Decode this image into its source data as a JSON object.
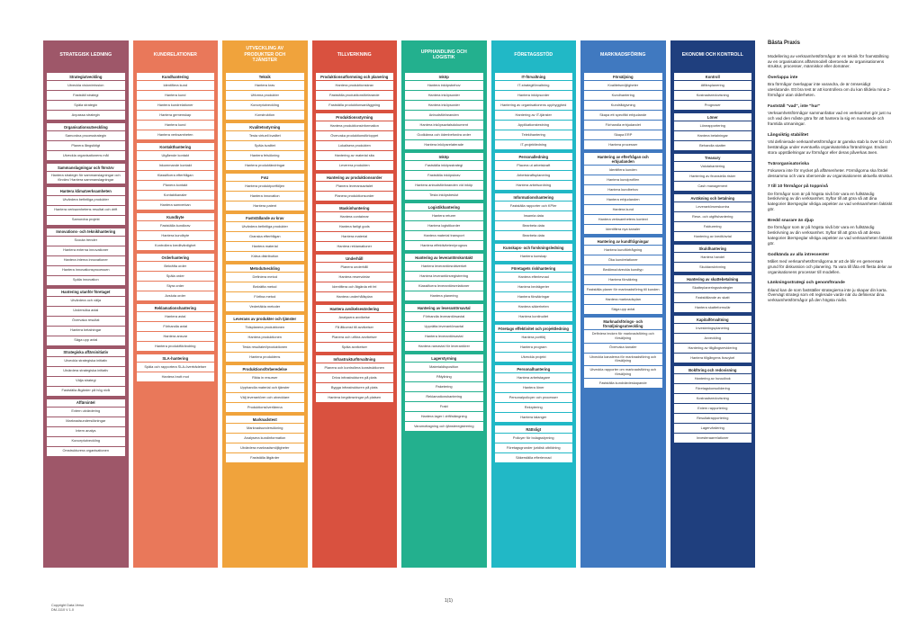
{
  "columns": [
    {
      "title": "STRATEGISK LEDNING",
      "color": "#9e5769",
      "groups": [
        {
          "title": "Strategiutveckling",
          "items": [
            "Utveckla vision/mission",
            "Fastställ strategi",
            "Späla strategin",
            "Anpassa strategin"
          ]
        },
        {
          "title": "Organisationsutveckling",
          "items": [
            "Samordna processtrategin",
            "Planera långsiktigt",
            "Utveckla organisationens mål"
          ]
        },
        {
          "title": "Sammanslagningar och förvärv",
          "items": [
            "Hantera strategin för sammanslagningar och förvärv/ Hantera sammanslagningar"
          ]
        },
        {
          "title": "Hantera klimatverksamheten",
          "items": [
            "Utvärdera befintliga produkter",
            "Hantera verksamhetens resultat och drift",
            "Samordna projekt"
          ]
        },
        {
          "title": "Innovations- och teknikhantering",
          "items": [
            "Scouta trender",
            "Hantera externa innovationer",
            "Hantera interna innovationer",
            "Hantera innovationsprocessen",
            "Späla innovation"
          ]
        },
        {
          "title": "Hantering utanför företaget",
          "items": [
            "Utvärdera och välja",
            "Undersöka avtal",
            "Övervaka resultat",
            "Hantera betalningar",
            "Säga upp avtal"
          ]
        },
        {
          "title": "Strategiska affärsinitiativ",
          "items": [
            "Utveckla strategiska initiativ",
            "Utvärdera strategiska initiativ",
            "Välja strategi",
            "Fastställa åtgärder på hög nivå"
          ]
        },
        {
          "title": "Affärsintel",
          "items": [
            "Extern utvärdering",
            "Marknadsundersökningar",
            "Intern analys",
            "Konceptutveckling",
            "Omstrukturera organisationen"
          ]
        }
      ]
    },
    {
      "title": "KUNDRELATIONER",
      "color": "#e9785a",
      "groups": [
        {
          "title": "Kundhantering",
          "items": [
            "Identifiera kund",
            "Hantera kund",
            "Hantera kundrelationer",
            "Hantera gemenskap",
            "Hantera kund",
            "Hantera verksamheten"
          ]
        },
        {
          "title": "Kontakthantering",
          "items": [
            "Utgående kontakt",
            "Inkommande kontakt",
            "Klassificera efterfrågan",
            "Planera kontakt",
            "Kontaktkanaler",
            "Hantera samverkan"
          ]
        },
        {
          "title": "Kundbyte",
          "items": [
            "Fastställa kundkrav",
            "Hantera kundbyte",
            "Kontrollera kreditvärdighet"
          ]
        },
        {
          "title": "Orderhantering",
          "items": [
            "Bekräfta order",
            "Späla order",
            "Styra order",
            "Avsluta order"
          ]
        },
        {
          "title": "Reklamationshantering",
          "items": [
            "Hantera avtal",
            "Förhandla avtal",
            "Hantera ansvar",
            "Hantera produktförändring"
          ]
        },
        {
          "title": "SLA-hantering",
          "items": [
            "Späla och rapportera SLA-överträdelser",
            "Hantera brott mot"
          ]
        }
      ]
    },
    {
      "title": "UTVECKLING AV PRODUKTER OCH TJÄNSTER",
      "color": "#f0a33c",
      "groups": [
        {
          "title": "Teknik",
          "items": [
            "Hantera krav",
            "Utforma produkter",
            "Konceptutveckling",
            "Konstruktion"
          ]
        },
        {
          "title": "Kvalitetsstyrning",
          "items": [
            "Testa virtuell kvalitet",
            "Späla kvalitet",
            "Hantera felsökning",
            "Hantera produktändringar"
          ]
        },
        {
          "title": "FoU",
          "items": [
            "Hantera produktportföljen",
            "Hantera innovation",
            "Hantera patent"
          ]
        },
        {
          "title": "Fastställande av krav",
          "items": [
            "Utvärdera befintliga produkter",
            "Granska efterfrågan",
            "Hantera material",
            "Kräva distribution"
          ]
        },
        {
          "title": "Metodutveckling",
          "items": [
            "Definiera metod",
            "Bekräfta metod",
            "Förfina metod",
            "Vedertäkta metoder"
          ]
        },
        {
          "title": "Leverans av produkter och tjänster",
          "items": [
            "Tidsplanera produktionen",
            "Hantera produktionen",
            "Testa resultatet/produktionen",
            "Hantera produktens"
          ]
        },
        {
          "title": "Produktionsförberedelse",
          "items": [
            "Rikta in resurser",
            "Upphandla material och tjänster",
            "Välj leverantörer och utvecklare",
            "Produktionsöverlämna"
          ]
        },
        {
          "title": "Marknadstest",
          "items": [
            "Marknadsundersökning",
            "Analysera kundinformation",
            "Utvärdera marknadsmöjligheter",
            "Fastställa åtgärder"
          ]
        }
      ]
    },
    {
      "title": "TILLVERKNING",
      "color": "#d9513f",
      "groups": [
        {
          "title": "Produktionsutformning och planering",
          "items": [
            "Hantera produktionskrav",
            "Fastställa produktionsförfarande",
            "Fastställa produktionsanläggning"
          ]
        },
        {
          "title": "Produktionsstyrning",
          "items": [
            "Hantera produktionsinformation",
            "Övervaka produktionsförloppet",
            "Lokalisera produkten",
            "Hantering av material sita",
            "Leverera produkten"
          ]
        },
        {
          "title": "Hantering av produktionsorder",
          "items": [
            "Planera leveransavtalet",
            "Planera produktionsorder"
          ]
        },
        {
          "title": "Maskinhantering",
          "items": [
            "Hantera containrar",
            "Hantera farligt gods",
            "Hantera material",
            "Hantera reklamationer"
          ]
        },
        {
          "title": "Underhåll",
          "items": [
            "Planera underhåll",
            "Hantera reservdelar",
            "Identifiera och åtgärda ett fel",
            "Hantera underhållsplan"
          ]
        },
        {
          "title": "Hantera avvikelsevärdering",
          "items": [
            "Analysera avvikelse",
            "Få åtkomst till avvikelser",
            "Planera och utföra avvikelser",
            "Späla avvikelser"
          ]
        },
        {
          "title": "Infrastrukturförvaltning",
          "items": [
            "Planera och kontrollera konstruktionen",
            "Driva infrastrukturen på plats",
            "Bygga infrastrukturen på plats",
            "Hantera begränsningar på platsen"
          ]
        }
      ]
    },
    {
      "title": "UPPHANDLING OCH LOGISTIK",
      "color": "#23b08e",
      "groups": [
        {
          "title": "Inköp",
          "items": [
            "Hantera inköpsbehov",
            "Hantera inköpsorder",
            "Hantera inköpsorder",
            "Anbudsförfaranden",
            "Hantera inköpsavtalsdokument",
            "Godkänna och ödenbefordra order",
            "Hantera inköpsrelaterade"
          ]
        },
        {
          "title": "Inköp",
          "items": [
            "Fastställa inköpsstrategi",
            "Fastställa inköpskrav",
            "Hantera anbudsförfaranden vid inköp",
            "Testa inköpsbeslut"
          ]
        },
        {
          "title": "Logistikhantering",
          "items": [
            "Hantera returer",
            "Hantera logistikorder",
            "Hantera material transport",
            "Hantera effektiviteten/prognos"
          ]
        },
        {
          "title": "Hantering av leverantörskontakt",
          "items": [
            "Hantera leverantörsnätverket",
            "Hantera leverantörsregistrering",
            "Klassificera leverantörsrelationer",
            "Hantera planering"
          ]
        },
        {
          "title": "Hantering av leverantörsavtal",
          "items": [
            "Förhandla leverantörsavtal",
            "Upprätta leverantörsavtal",
            "Hantera leverantörsavtal",
            "Hantera ramavtal för leverantörer"
          ]
        },
        {
          "title": "Lagerstyrning",
          "items": [
            "Materialdisposition",
            "Påfyllning",
            "Paketering",
            "Reklamationshantering",
            "Frakt",
            "Hantera lager i drift/stängning",
            "Varumottagning och tjänsteregistrering"
          ]
        }
      ]
    },
    {
      "title": "FÖRETAGSSTÖD",
      "color": "#21b8c6",
      "groups": [
        {
          "title": "IT-förvaltning",
          "items": [
            "IT-strategiförvaltning",
            "Hantera inköpsorder",
            "Hantering av organisationens upphygghed",
            "Hantering av IT-tjänster",
            "Applikationstestning",
            "Telekihantering",
            "IT-projektledning"
          ]
        },
        {
          "title": "Personalledning",
          "items": [
            "Placera ut arbetskraft",
            "Arbetskraftsplanering",
            "Hantera arbetsordning"
          ]
        },
        {
          "title": "Informationshantering",
          "items": [
            "Fastställa rapporter och KPIer",
            "Insamla data",
            "Bearbeta data",
            "Bearbeta data"
          ]
        },
        {
          "title": "Kunskaps- och forskningsledning",
          "items": [
            "Hantera kunskap"
          ]
        },
        {
          "title": "Företagets riskhantering",
          "items": [
            "Hantera efterlevnad",
            "Hantera bedrägerier",
            "Hantera försäkringar",
            "Hantera säkerheten",
            "Hantera kontinuitet"
          ]
        },
        {
          "title": "Företags effektivitet och projektledning",
          "items": [
            "Hantera portfölj",
            "Hantera program",
            "Utveckla projekt"
          ]
        },
        {
          "title": "Personalhantering",
          "items": [
            "Hantera arbetstagare",
            "Hantera löner",
            "Personalpolicyer och processer",
            "Rekrytering",
            "Hantera talanger"
          ]
        },
        {
          "title": "Rättsligt",
          "items": [
            "Policyer för bolagsstyrning",
            "Företagsgrunder juridisk utbildning",
            "Säkerställa efterlevnad"
          ]
        }
      ]
    },
    {
      "title": "MARKNADSFÖRING",
      "color": "#4079c0",
      "groups": [
        {
          "title": "Försäljning",
          "items": [
            "Kvalitetsmöjligheter",
            "Kundhantering",
            "Kundrådgivning",
            "Skapa ett specifikt erbjudande",
            "Förhandla erbjudandet",
            "Skapa ERP",
            "Hantera processer"
          ]
        },
        {
          "title": "Hantering av efterfrågan och erbjudanden",
          "items": [
            "Identifiera kunden",
            "Hantera kundprofilen",
            "Hantera kundbehov",
            "Hantera erbjudanden",
            "Hantera kund",
            "Hantera verksamhetens kontext",
            "Identifiera nya kanaler"
          ]
        },
        {
          "title": "Hantering av kundfrågningar",
          "items": [
            "Hantera kundförfrågning",
            "Öka kundrelationer",
            "Bedöma/utveckla kundtyp",
            "Hantera försäkring",
            "Fastställa planer för marknadsföring till kunden",
            "Hantera marknadsplan",
            "Säga upp avtal"
          ]
        },
        {
          "title": "Marknadsförings- och försäljningsutveckling",
          "items": [
            "Definiera tecken för marknadsföring och försäljning",
            "Övervaka kanaler",
            "Utveckla kanalerna för marknadsföring och försäljning",
            "Utveckla rapporter om marknadsföring och försäljning",
            "Fastställa kundvärdeskapande"
          ]
        }
      ]
    },
    {
      "title": "EKONOMI OCH KONTROLL",
      "color": "#1f3f7e",
      "groups": [
        {
          "title": "Kontroll",
          "items": [
            "Affärsplanering",
            "Kostnadsredovisning",
            "Prognoser"
          ]
        },
        {
          "title": "Löner",
          "items": [
            "Löneapportering",
            "Hantera betalningar",
            "Behandla skatter"
          ]
        },
        {
          "title": "Treasury",
          "items": [
            "Valutahantering",
            "Hantering av finansiella risker",
            "Cash management"
          ]
        },
        {
          "title": "Avräkning och betalning",
          "items": [
            "Leverantörsreskontra",
            "Rese- och utgiftshantering",
            "Fakturering",
            "Hantering av kredit/avtal"
          ]
        },
        {
          "title": "Skuldhantering",
          "items": [
            "Hantera handel",
            "Skuldavskrivning"
          ]
        },
        {
          "title": "Hantering av skattebetalning",
          "items": [
            "Skatteplaneringsstrategier",
            "Fastställande av skatt",
            "Hantera skatteformulär"
          ]
        },
        {
          "title": "Kapitalförvaltning",
          "items": [
            "Investeringsplanering",
            "Avveckling",
            "Hantering av tillgångsrevidering",
            "Hantera tillgångens livscykel"
          ]
        },
        {
          "title": "Bokföring och redovisning",
          "items": [
            "Hantering av huvudbok",
            "Företagskonsolidering",
            "Kostnadsredovisning",
            "Extern rapportering",
            "Resultatrapportering",
            "Lagervärdering",
            "Investeraarrelationer"
          ]
        }
      ]
    }
  ],
  "best_practice": {
    "title": "Bästa Praxis",
    "points": [
      {
        "title": "",
        "text": "Modellering av verksamhetsförmågor är en teknik för framställning av en organisations affärsmodell oberoende av organisationens struktur, processer, människor eller domäner."
      },
      {
        "title": "Överlappa inte",
        "text": "Bra förmågor överlappar inte varandra, de är ömsesidigt uteslutande. Ett bra test är att kontrollera om du kan tilldela mina 2-förmågor utan olderheten."
      },
      {
        "title": "Fastställ \"vad\", inte \"hur\"",
        "text": "Verksamhetsförmågor sammanfattar vad en verksamhet gör just nu och vad den måste göra för att hantera la sig en nuvarande och framtida utmaningar."
      },
      {
        "title": "Långsiktig stabilitet",
        "text": "Väl definierade verksamhetsförmågor är ganska stab la över tid och beständiga under eventuella organisatoriska förändringar. Endast stora uppståelningar av förmågor eller deras påverkas även."
      },
      {
        "title": "Tvärorganisatoriska",
        "text": "Fokusera inte för mycket på affärsenheter. Förmågorna ska fördel dessamma och vara oberoende av organisationens aktuella struktur."
      },
      {
        "title": "7 till 10 förmågor på toppnivå",
        "text": "De förmågor som är på högsta nivå bör vara en fullständig beskrivning av din verksamhet. Syftar till att göra så att dina kategorier återspeglar viktiga aspekter av vad verksamheten faktiskt gör."
      },
      {
        "title": "Bredd snarare än djup",
        "text": "De förmågor som är på högsta nivå bör vara en fullständig beskrivning av din verksamhet. Syftar till att göra så att dessa kategorier återspeglar viktiga aspekter av vad verksamheten faktiskt gör."
      },
      {
        "title": "Godkända av alla intressenter",
        "text": "Målet med verksamhetsförmågorna är att de blir en gemensam grund för diskussion och planering. Ta vara till låta ett flesta delar av organisationens processer till modellen."
      },
      {
        "title": "Länkningsstrategi och genomförande",
        "text": "Ibland kan de som fastställer strategierna inte ju skapar din karta. Övervägt strategi som ett reglerade varde när du definierar dina verksamhetsförmågor på den högsta nivån."
      }
    ]
  },
  "footer": {
    "line1": "Copyright Data.Verso",
    "line2": "DM-1110 V 1.0"
  },
  "page_number": "1(1)"
}
